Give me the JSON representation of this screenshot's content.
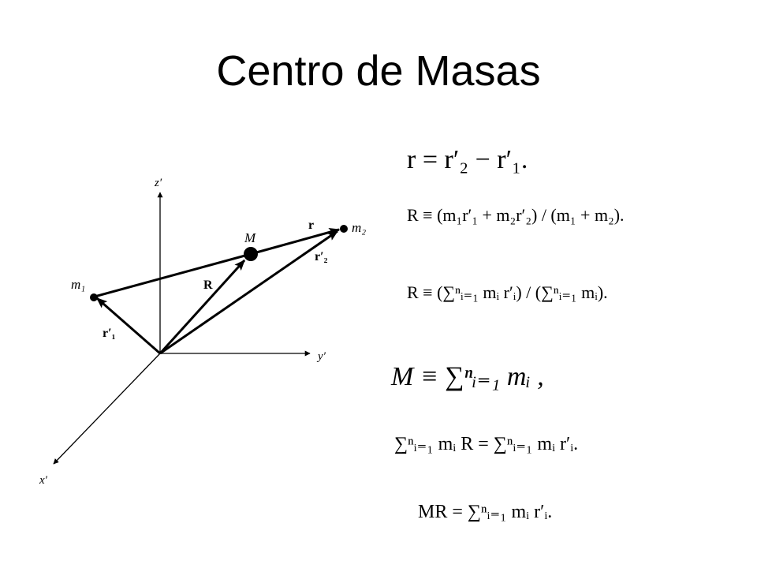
{
  "title": "Centro de Masas",
  "diagram": {
    "axis_z": "z′",
    "axis_y": "y′",
    "axis_x": "x′",
    "mass_1": "m₁",
    "mass_2": "m₂",
    "center": "M",
    "vec_r": "r",
    "vec_R": "R",
    "vec_r1": "r′₁",
    "vec_r2": "r′₂"
  },
  "equations": [
    "r = r′₂ − r′₁.",
    "R ≡ (m₁r′₁ + m₂r′₂) / (m₁ + m₂).",
    "R ≡ (∑ⁿᵢ₌₁ mᵢ r′ᵢ) / (∑ⁿᵢ₌₁ mᵢ).",
    "M ≡ ∑ⁿᵢ₌₁ mᵢ ,",
    "∑ⁿᵢ₌₁ mᵢ R = ∑ⁿᵢ₌₁ mᵢ r′ᵢ.",
    "MR = ∑ⁿᵢ₌₁ mᵢ r′ᵢ."
  ]
}
